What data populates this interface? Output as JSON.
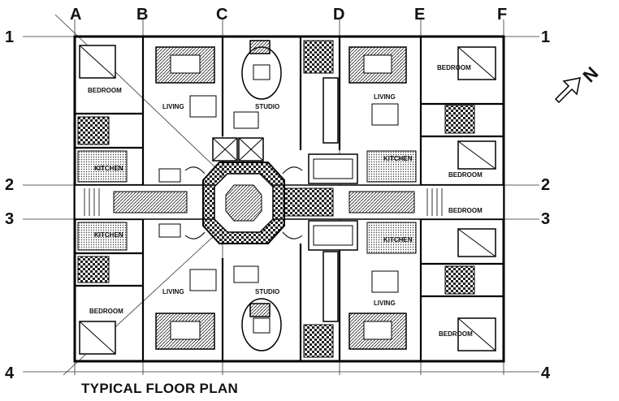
{
  "title": "TYPICAL FLOOR PLAN",
  "north_label": "N",
  "grid": {
    "columns": [
      "A",
      "B",
      "C",
      "D",
      "E",
      "F"
    ],
    "rows_left": [
      "1",
      "2",
      "3",
      "4"
    ],
    "rows_right": [
      "1",
      "2",
      "3",
      "4"
    ]
  },
  "rooms": {
    "bedroom_nw": "BEDROOM",
    "living_nw": "LIVING",
    "studio_n": "STUDIO",
    "living_ne": "LIVING",
    "bedroom_ne_top": "BEDROOM",
    "bedroom_ne_mid": "BEDROOM",
    "kitchen_nw": "KITCHEN",
    "kitchen_ne": "KITCHEN",
    "kitchen_sw": "KITCHEN",
    "kitchen_se": "KITCHEN",
    "living_sw": "LIVING",
    "studio_s": "STUDIO",
    "living_se": "LIVING",
    "bedroom_sw": "BEDROOM",
    "bedroom_se_mid": "BEDROOM",
    "bedroom_se_bottom": "BEDROOM"
  }
}
